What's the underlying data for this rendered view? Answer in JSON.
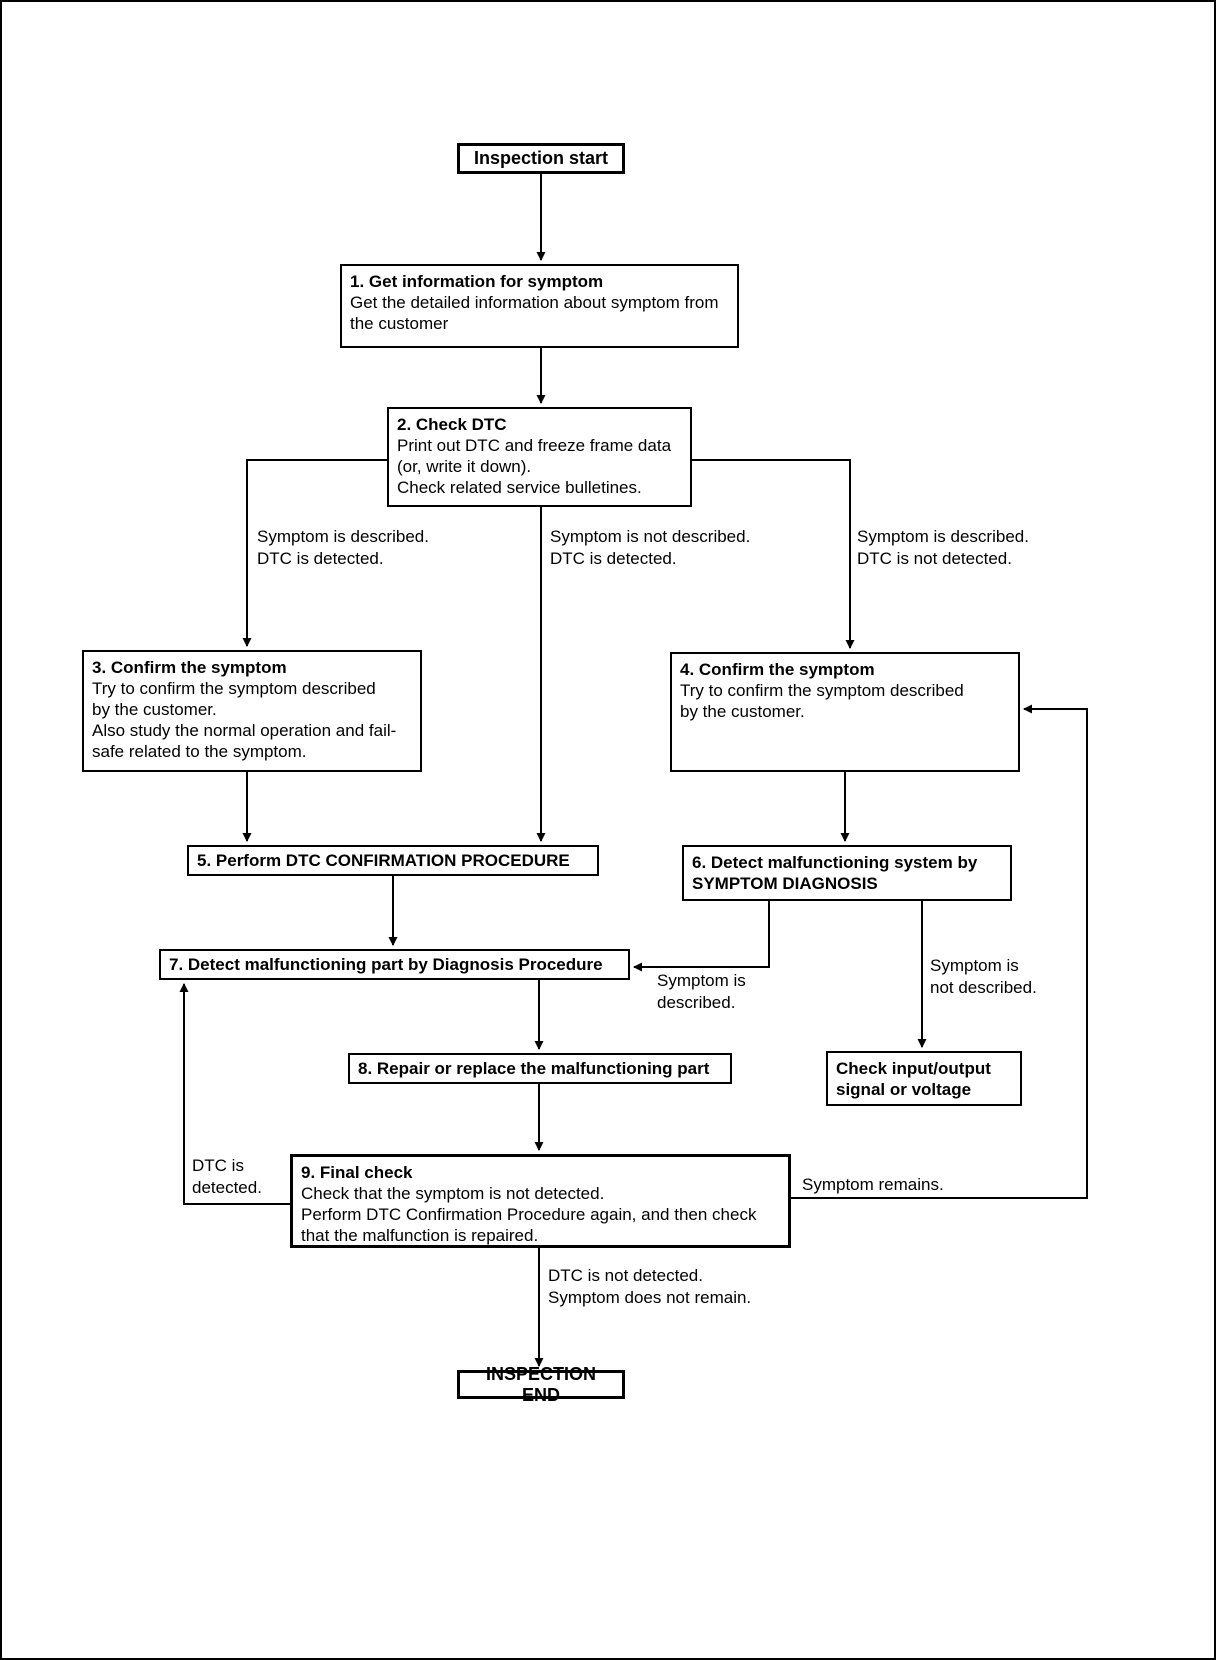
{
  "diagram": {
    "type": "flowchart",
    "topic": "Trouble diagnosis inspection work flow"
  },
  "nodes": {
    "start": {
      "label": "Inspection start"
    },
    "n1": {
      "title": "1. Get information for symptom",
      "body": "Get the detailed information about symptom from\nthe customer"
    },
    "n2": {
      "title": "2. Check DTC",
      "body": "Print out DTC and freeze frame data\n(or, write it down).\nCheck related service bulletines."
    },
    "n3": {
      "title": "3. Confirm the symptom",
      "body": "Try to confirm the symptom described\nby the customer.\nAlso study the normal operation and fail-\nsafe related to the symptom."
    },
    "n4": {
      "title": "4. Confirm the symptom",
      "body": "Try to confirm the symptom described\nby the customer."
    },
    "n5": {
      "title": "5. Perform DTC CONFIRMATION PROCEDURE"
    },
    "n6": {
      "title": "6. Detect malfunctioning system by\nSYMPTOM DIAGNOSIS"
    },
    "n7": {
      "title": "7. Detect malfunctioning part by Diagnosis Procedure"
    },
    "n8": {
      "title": "8. Repair or replace the malfunctioning part"
    },
    "n9": {
      "title": "9. Final check",
      "body": "Check that the symptom is not detected.\nPerform DTC Confirmation Procedure again, and then check\nthat the malfunction is repaired."
    },
    "check_io": {
      "title": "Check input/output\nsignal or voltage"
    },
    "end": {
      "label": "INSPECTION END"
    }
  },
  "labels": {
    "branch_left": "Symptom is described.\nDTC is detected.",
    "branch_mid": "Symptom is not described.\nDTC is detected.",
    "branch_right": "Symptom is described.\nDTC is not detected.",
    "to_n7": "Symptom is\ndescribed.",
    "to_check": "Symptom is\nnot described.",
    "loop_left": "DTC is\ndetected.",
    "loop_right": "Symptom remains.",
    "to_end": "DTC is not detected.\nSymptom does not remain."
  },
  "colors": {
    "ink": "#000000",
    "paper": "#ffffff"
  }
}
